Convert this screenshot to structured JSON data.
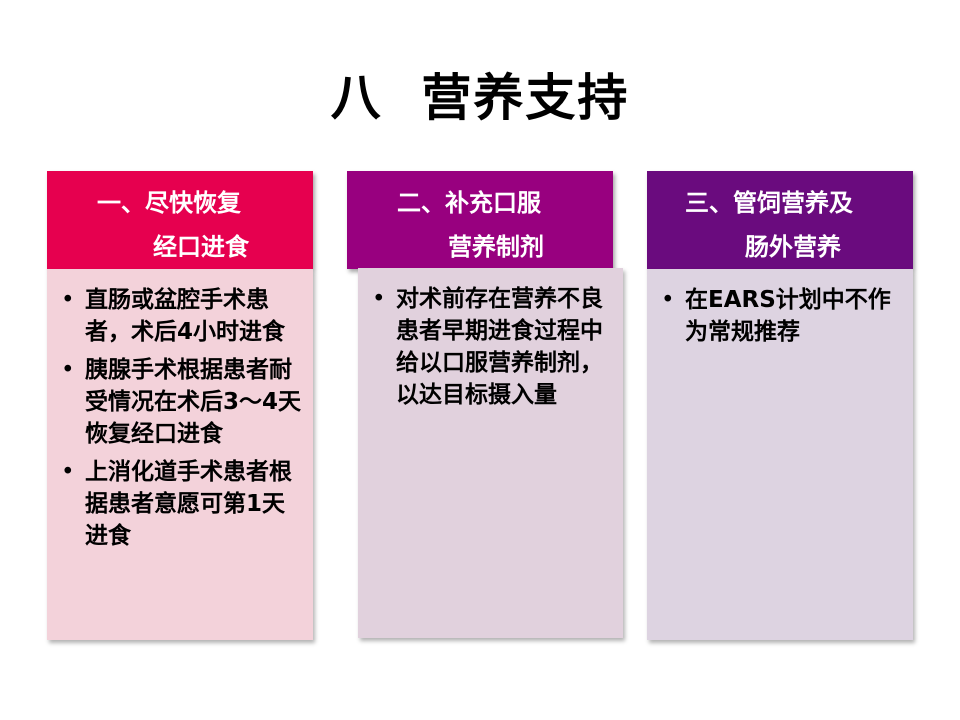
{
  "slide": {
    "title": "八  营养支持"
  },
  "columns": [
    {
      "header_line1": "一、尽快恢复",
      "header_line2": "经口进食",
      "header_color": "#e6004f",
      "body_color": "#f3d2da",
      "bullets": [
        "直肠或盆腔手术患者，术后4小时进食",
        "胰腺手术根据患者耐受情况在术后3～4天恢复经口进食",
        "上消化道手术患者根据患者意愿可第1天进食"
      ]
    },
    {
      "header_line1": "二、补充口服",
      "header_line2": "营养制剂",
      "header_color": "#98007f",
      "body_color": "#e1d1dd",
      "bullets": [
        "对术前存在营养不良患者早期进食过程中给以口服营养制剂，以达目标摄入量"
      ]
    },
    {
      "header_line1": "三、管饲营养及",
      "header_line2": "肠外营养",
      "header_color": "#6a0b7e",
      "body_color": "#ddd3e1",
      "bullets": [
        "在EARS计划中不作为常规推荐"
      ]
    }
  ]
}
